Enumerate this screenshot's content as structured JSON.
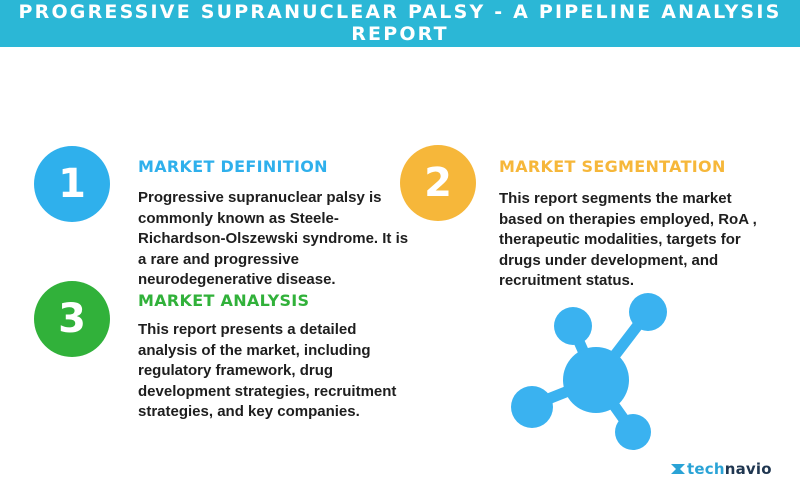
{
  "banner": {
    "title": "PROGRESSIVE SUPRANUCLEAR PALSY - A PIPELINE ANALYSIS REPORT"
  },
  "sections": [
    {
      "number": "1",
      "heading": "MARKET DEFINITION",
      "text": "Progressive supranuclear palsy is commonly known as Steele-Richardson-Olszewski syndrome. It is a rare and progressive neurodegenerative disease.",
      "color": "#2fb0ec"
    },
    {
      "number": "2",
      "heading": "MARKET SEGMENTATION",
      "text": "This report segments the market based on therapies employed, RoA , therapeutic modalities, targets for drugs under development, and recruitment status.",
      "color": "#f6b73a"
    },
    {
      "number": "3",
      "heading": "MARKET ANALYSIS",
      "text": "This report presents a detailed analysis of the market, including regulatory framework, drug development strategies, recruitment strategies, and key companies.",
      "color": "#31b13a"
    }
  ],
  "brand": {
    "part1": "tech",
    "part2": "navio",
    "icon": "technavio-logo-icon"
  },
  "illustration": {
    "icon": "molecule-icon",
    "color": "#3ab2f0"
  },
  "colors": {
    "banner": "#2bb7d6",
    "text": "#1e1e1e"
  }
}
